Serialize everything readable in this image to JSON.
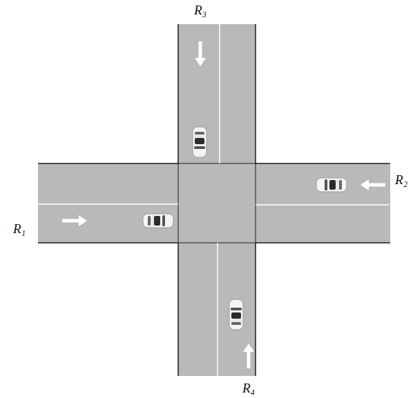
{
  "diagram": {
    "labels": [
      "R₃",
      "R₂",
      "R₁",
      "R₄"
    ]
  }
}
